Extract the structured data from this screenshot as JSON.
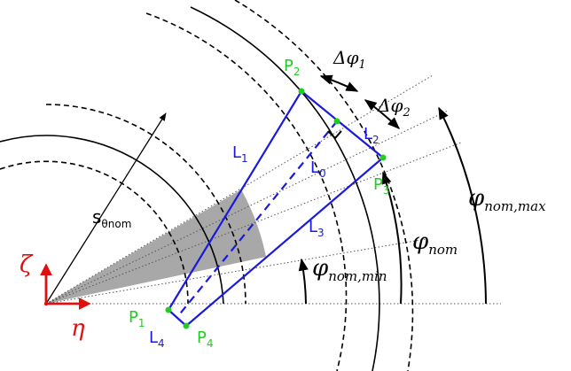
{
  "colors": {
    "blue": "#1a1adc",
    "green": "#22cc22",
    "red": "#e01010",
    "black": "#000000",
    "gray_fill": "#a8a8a8"
  },
  "labels": {
    "p1": {
      "base": "P",
      "sub": "1"
    },
    "p2": {
      "base": "P",
      "sub": "2"
    },
    "p3": {
      "base": "P",
      "sub": "3"
    },
    "p4": {
      "base": "P",
      "sub": "4"
    },
    "l0": {
      "base": "L",
      "sub": "0"
    },
    "l1": {
      "base": "L",
      "sub": "1"
    },
    "l2": {
      "base": "L",
      "sub": "2"
    },
    "l3": {
      "base": "L",
      "sub": "3"
    },
    "l4": {
      "base": "L",
      "sub": "4"
    },
    "dphi1": {
      "base": "Δφ",
      "sub": "1"
    },
    "dphi2": {
      "base": "Δφ",
      "sub": "2"
    },
    "phi_nom": {
      "base": "φ",
      "sub": "nom"
    },
    "phi_nom_max": {
      "base": "φ",
      "sub": "nom,max"
    },
    "phi_nom_min": {
      "base": "φ",
      "sub": "nom,min"
    },
    "s_theta": {
      "base": "s",
      "sub": "θnom"
    },
    "zeta": "ζ",
    "eta": "η"
  }
}
